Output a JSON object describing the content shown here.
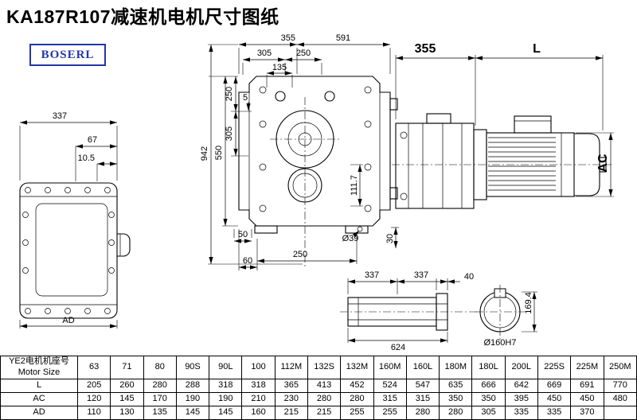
{
  "title": "KA187R107减速机电机尺寸图纸",
  "logo": "BOSERL",
  "dims": {
    "left": {
      "w337": "337",
      "w67": "67",
      "w10_5": "10.5",
      "ad": "AD"
    },
    "main": {
      "t355": "355",
      "t591": "591",
      "t305": "305",
      "t250": "250",
      "t135": "135",
      "l250": "250",
      "l5": "5",
      "l305": "305",
      "l550": "550",
      "l942": "942",
      "r111_7": "111.7",
      "b50": "50",
      "b60": "60",
      "b250": "250",
      "b39": "Ø39",
      "b30": "30"
    },
    "motor": {
      "d355": "355",
      "dL": "L",
      "dAC": "AC"
    },
    "shaft": {
      "a337": "337",
      "b337": "337",
      "d40": "40",
      "d624": "624"
    },
    "bore": {
      "d169_4": "169.4",
      "d160": "Ø160H7"
    }
  },
  "table": {
    "header_cn": "YE2电机机座号",
    "header_en": "Motor Size",
    "sizes": [
      "63",
      "71",
      "80",
      "90S",
      "90L",
      "100",
      "112M",
      "132S",
      "132M",
      "160M",
      "160L",
      "180M",
      "180L",
      "200L",
      "225S",
      "225M",
      "250M"
    ],
    "rows": [
      {
        "label": "L",
        "values": [
          "205",
          "260",
          "280",
          "288",
          "318",
          "318",
          "365",
          "413",
          "452",
          "524",
          "547",
          "635",
          "666",
          "642",
          "669",
          "691",
          "770"
        ]
      },
      {
        "label": "AC",
        "values": [
          "120",
          "145",
          "170",
          "190",
          "190",
          "210",
          "230",
          "280",
          "280",
          "315",
          "315",
          "350",
          "350",
          "395",
          "450",
          "450",
          "480"
        ]
      },
      {
        "label": "AD",
        "values": [
          "110",
          "130",
          "135",
          "145",
          "145",
          "160",
          "215",
          "215",
          "255",
          "255",
          "280",
          "280",
          "305",
          "335",
          "335",
          "370"
        ]
      }
    ]
  }
}
